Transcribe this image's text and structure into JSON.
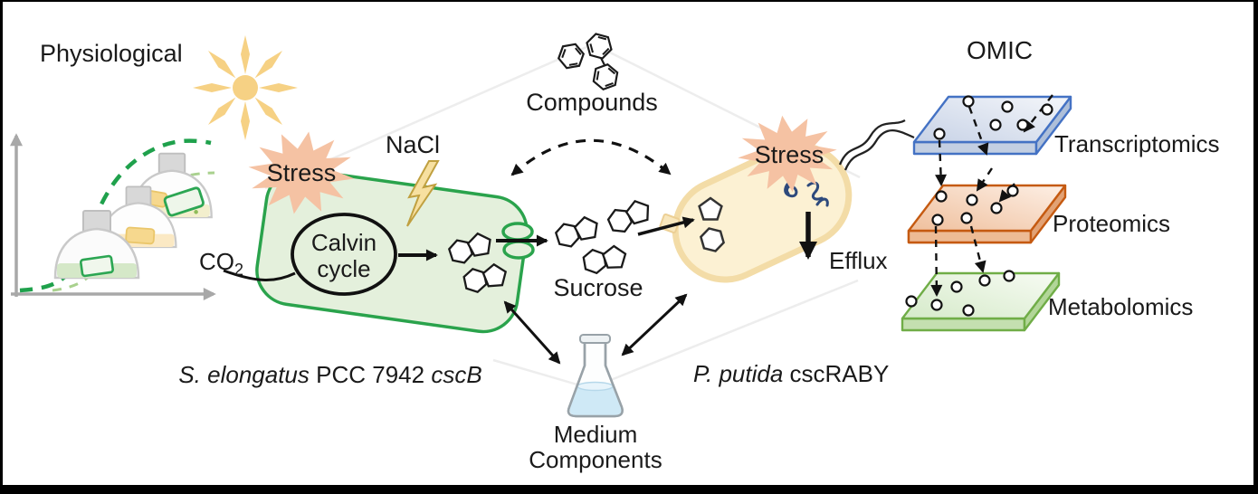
{
  "figure": {
    "description": "Co-culture diagram: cyanobacterium feeding sucrose to P. putida, with physiological growth readout (left) and OMIC layers (right)"
  },
  "labels": {
    "physiological": "Physiological",
    "omic": "OMIC",
    "compounds": "Compounds",
    "nacl": "NaCl",
    "stress_left": "Stress",
    "stress_right": "Stress",
    "calvin": {
      "line1": "Calvin",
      "line2": "cycle"
    },
    "co2": {
      "base": "CO",
      "sub": "2"
    },
    "sucrose": "Sucrose",
    "efflux": "Efflux",
    "medium": {
      "line1": "Medium",
      "line2": "Components"
    },
    "cyanobacterium": {
      "species": "S. elongatus",
      "strain": " PCC 7942 ",
      "gene": "cscB"
    },
    "heterotroph": {
      "species": "P. putida",
      "strain": " cscRABY"
    },
    "omics_layers": [
      {
        "label": "Transcriptomics"
      },
      {
        "label": "Proteomics"
      },
      {
        "label": "Metabolomics"
      }
    ]
  },
  "icons": {
    "sun-icon": "radiating sun with 8 rays",
    "growth-curve-icon": "gray axes with green dashed growth curves",
    "culture-flask-icons": "three dome flasks: green culture, yellow culture, mixed co-culture",
    "lightning-icon": "yellow lightning bolt (NaCl stress)",
    "stress-starburst-icon": "salmon starburst behind Stress text",
    "benzene-icons": "benzene ring and biphenyl (compounds)",
    "sucrose-molecule-icon": "hexagon + pentagon disaccharide",
    "cscb-transporter-icon": "double green ellipse pore on cyanobacterium membrane",
    "uptake-transporter-icon": "tan square pore on P. putida membrane",
    "protein-squiggle-icon": "dark blue squiggles (stress proteins)",
    "erlenmeyer-flask-icon": "conical flask with blue medium",
    "omics-layer-icons": "blue, orange and green 3D slabs with data points",
    "wavy-connector-icon": "double wavy line from cell to transcriptomics layer",
    "dashed-exchange-arrow": "double-headed dashed arc between both cells"
  },
  "palette": {
    "cyano_cell_fill": "#e4f0dc",
    "cyano_cell_border": "#2aa34c",
    "putida_cell_fill": "#fcf1d3",
    "putida_cell_border": "#f3dca7",
    "stress_starburst": "#f5c2a3",
    "sun": "#f6d184",
    "lightning": "#f7e0a0",
    "transcriptomics_accent": "#4472c4",
    "proteomics_accent": "#c55a11",
    "metabolomics_accent": "#70ad47",
    "protein_squiggle": "#2e4a7c",
    "growth_curve_dark_green": "#1fa14c",
    "growth_curve_light_green": "#a9d18e",
    "axis_gray": "#a8a8a8",
    "medium_liquid": "#cfe9f6",
    "frame_border": "#000000"
  }
}
